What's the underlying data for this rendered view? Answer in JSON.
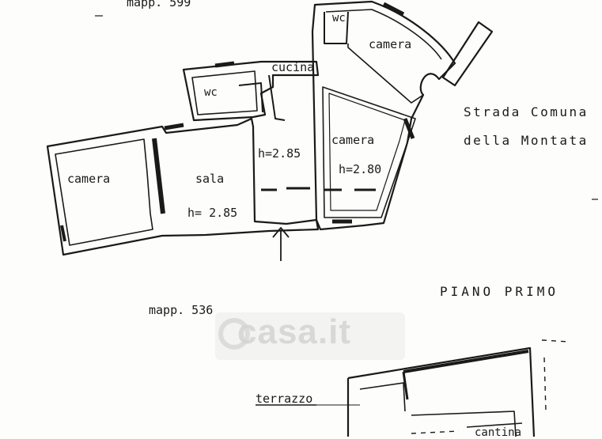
{
  "header": {
    "mapp_top": "mapp.  599",
    "mapp_bottom": "mapp. 536"
  },
  "rooms": {
    "wc_top": "wc",
    "camera_top": "camera",
    "cucina": "cucina",
    "wc_left": "wc",
    "camera_right": "camera",
    "height_mid": "h=2.85",
    "height_right": "h=2.80",
    "camera_left": "camera",
    "sala": "sala",
    "height_sala": "h= 2.85",
    "terrazzo": "terrazzo",
    "cantina": "cantina"
  },
  "street": {
    "line1": "Strada Comuna",
    "line2": "della Montata"
  },
  "floor_label": "PIANO  PRIMO",
  "watermark": {
    "text": "casa.it"
  }
}
